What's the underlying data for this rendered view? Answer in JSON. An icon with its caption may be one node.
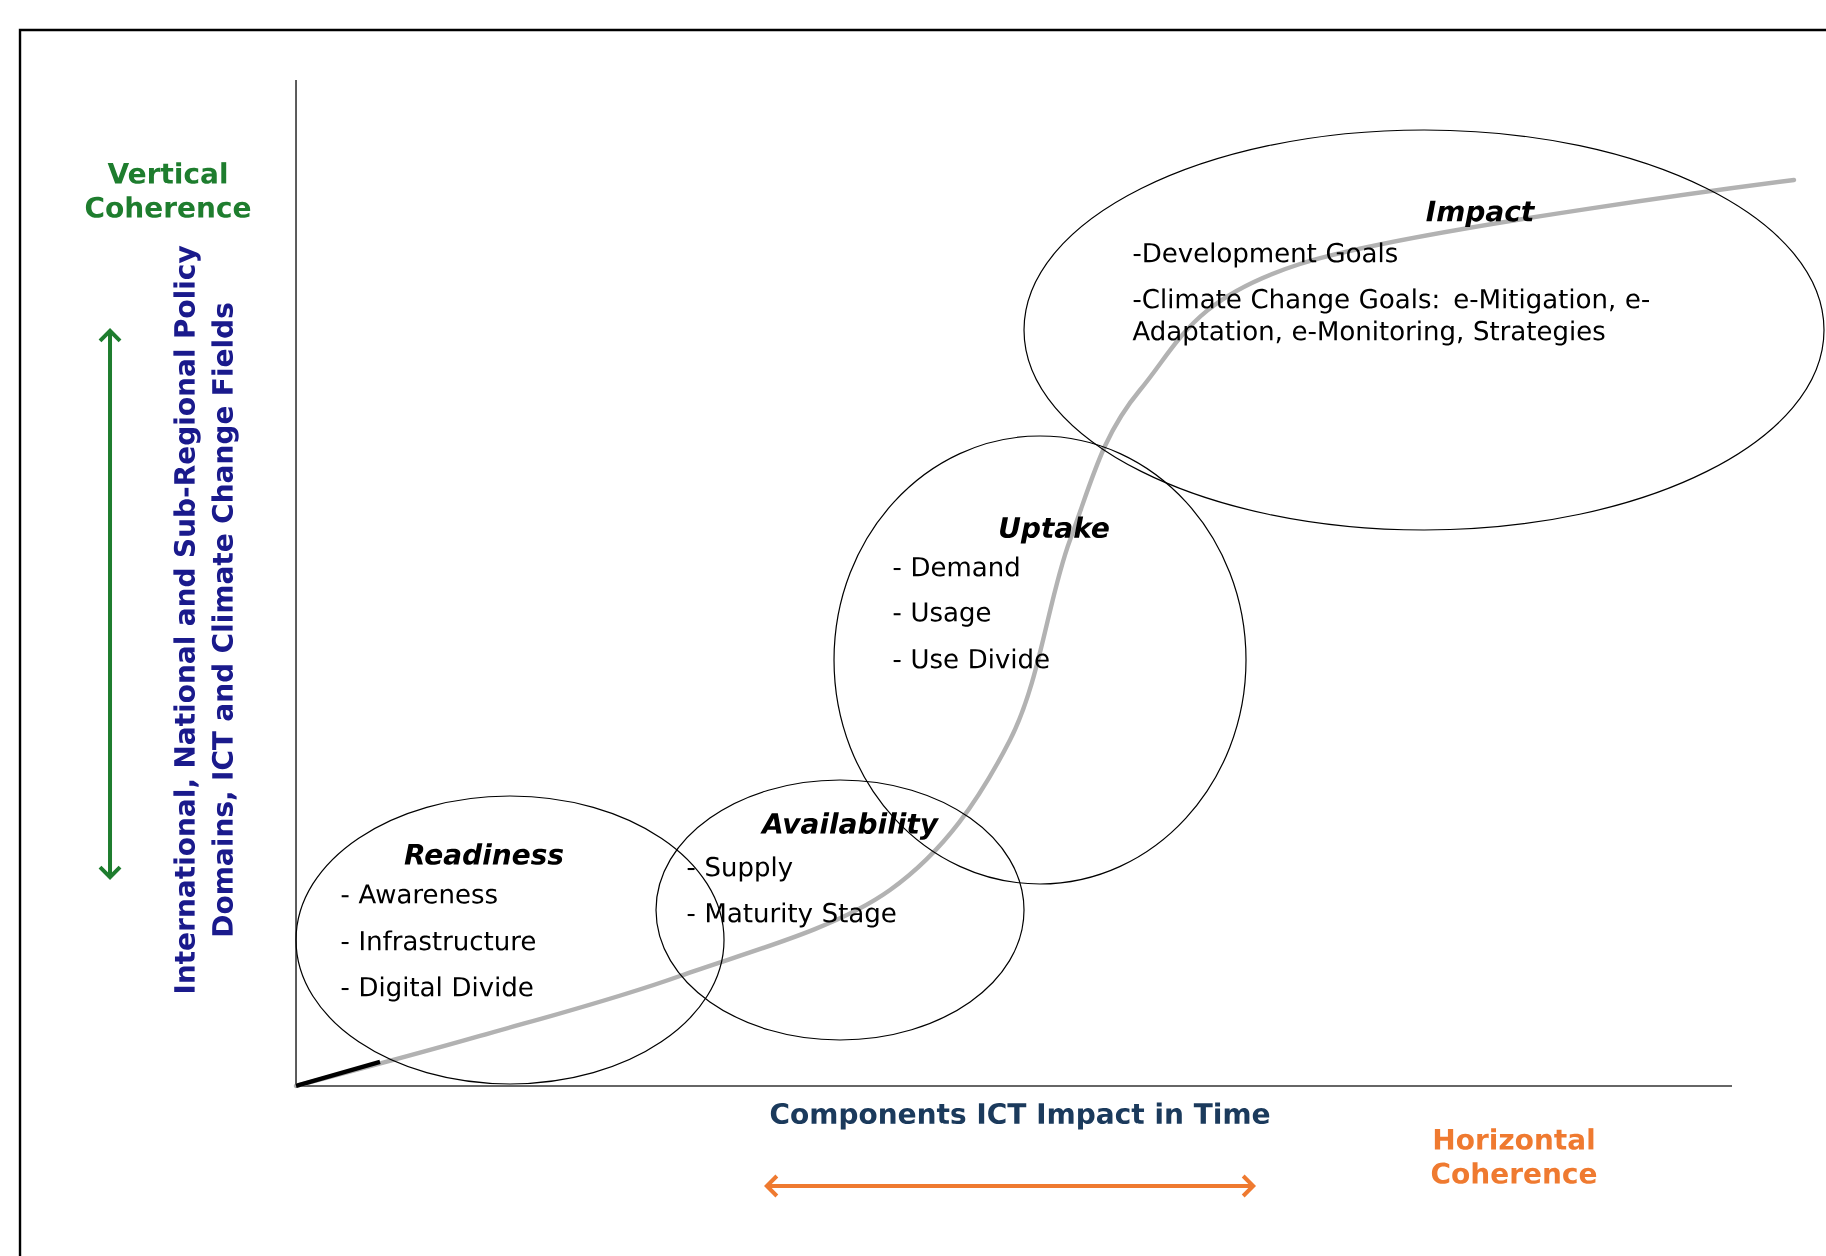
{
  "diagram": {
    "nodes": [
      {
        "text": [
          "Readiness",
          "- Awareness",
          "- Infrastructure",
          "- Digital Divide"
        ]
      },
      {
        "text": [
          "Availability",
          "- Supply",
          "- Maturity Stage"
        ]
      },
      {
        "text": [
          "Uptake",
          "- Demand",
          "- Usage",
          "- Use Divide"
        ]
      },
      {
        "text": [
          "Impact",
          "-Development Goals",
          "-Climate Change Goals: e-Mitigation, e-Adaptation, e-Monitoring, Strategies"
        ]
      }
    ],
    "labels": [
      "Vertical Coherence",
      "International, National and Sub-Regional Policy Domains, ICT and Climate Change Fields",
      "Components ICT Impact in Time",
      "Horizontal Coherence"
    ]
  }
}
